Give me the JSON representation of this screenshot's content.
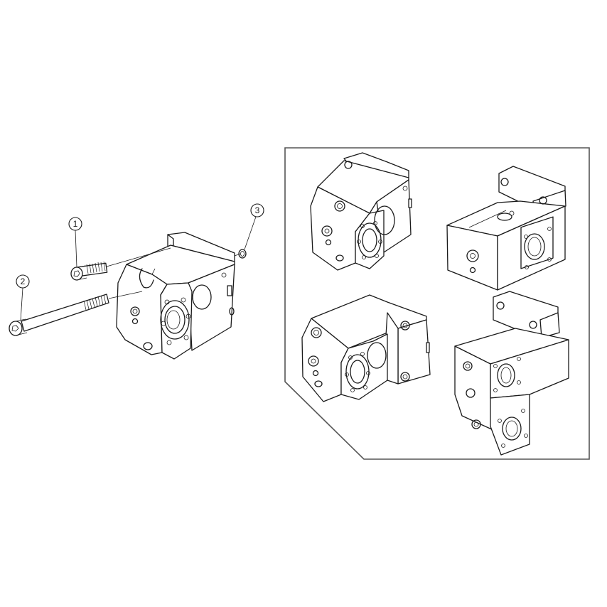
{
  "diagram": {
    "type": "exploded-assembly-view",
    "callouts": [
      {
        "id": "1",
        "label": "1",
        "part": "short-socket-head-cap-screw"
      },
      {
        "id": "2",
        "label": "2",
        "part": "long-socket-head-cap-screw"
      },
      {
        "id": "3",
        "label": "3",
        "part": "o-ring"
      }
    ],
    "variants_panel": {
      "count": 4,
      "items": [
        {
          "position": "top-left",
          "part": "axial-tool-holder-block"
        },
        {
          "position": "top-right",
          "part": "radial-tool-holder-block"
        },
        {
          "position": "bottom-left",
          "part": "extended-tool-holder-block"
        },
        {
          "position": "bottom-right",
          "part": "double-output-tool-holder-block"
        }
      ]
    },
    "colors": {
      "line": "#1a1a1a",
      "frame": "#555555",
      "background": "#ffffff"
    }
  }
}
